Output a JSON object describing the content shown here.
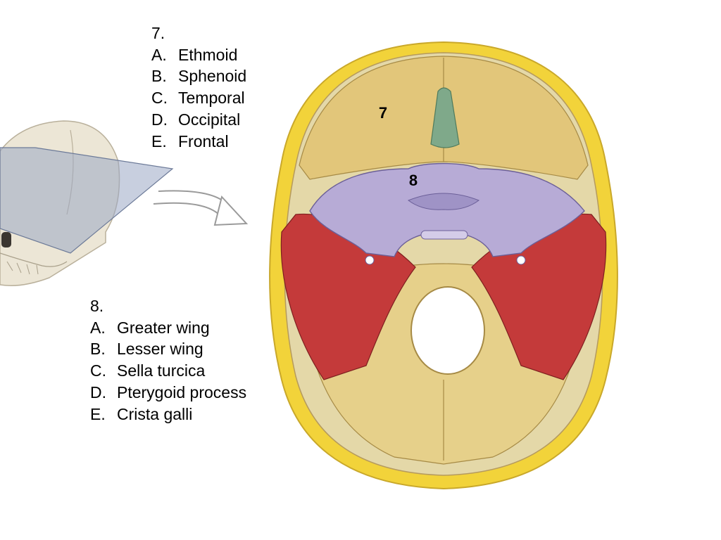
{
  "question7": {
    "number": "7.",
    "options": [
      {
        "letter": "A.",
        "text": "Ethmoid"
      },
      {
        "letter": "B.",
        "text": "Sphenoid"
      },
      {
        "letter": "C.",
        "text": "Temporal"
      },
      {
        "letter": "D.",
        "text": "Occipital"
      },
      {
        "letter": "E.",
        "text": "Frontal"
      }
    ]
  },
  "question8": {
    "number": "8.",
    "options": [
      {
        "letter": "A.",
        "text": "Greater wing"
      },
      {
        "letter": "B.",
        "text": "Lesser wing"
      },
      {
        "letter": "C.",
        "text": "Sella turcica"
      },
      {
        "letter": "D.",
        "text": "Pterygoid process"
      },
      {
        "letter": "E.",
        "text": "Crista galli"
      }
    ]
  },
  "figure": {
    "marker_7": "7",
    "marker_8": "8"
  },
  "colors": {
    "frontal_bone": "#e2c67a",
    "sphenoid_bone": "#b7abd6",
    "temporal_bone": "#c43a3a",
    "occipital_bone": "#e6d08a",
    "ethmoid_bone": "#7fa98a",
    "cut_edge": "#f2d33a"
  }
}
